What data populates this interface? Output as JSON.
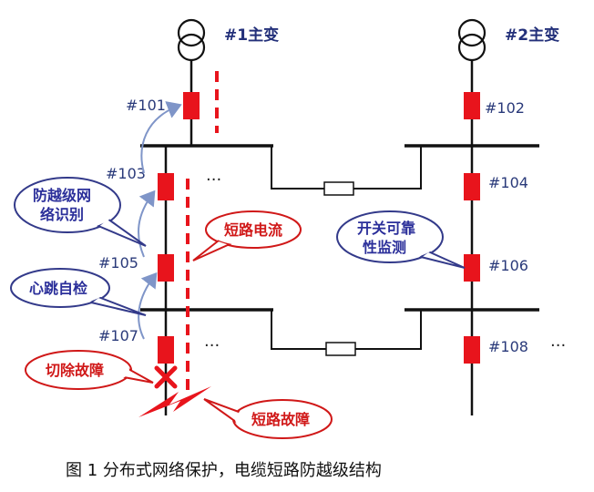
{
  "transformers": {
    "t1": "#1主变",
    "t2": "#2主变"
  },
  "switches": {
    "s101": "#101",
    "s102": "#102",
    "s103": "#103",
    "s104": "#104",
    "s105": "#105",
    "s106": "#106",
    "s107": "#107",
    "s108": "#108"
  },
  "bubbles": {
    "anti_line1": "防越级网",
    "anti_line2": "络识别",
    "short_current": "短路电流",
    "reliability_line1": "开关可靠",
    "reliability_line2": "性监测",
    "heartbeat": "心跳自检",
    "cut_fault": "切除故障",
    "short_fault": "短路故障"
  },
  "ellipsis": "···",
  "caption": "图 1    分布式网络保护，电缆短路防越级结构",
  "colors": {
    "switch_red": "#e8141c",
    "line_black": "#111111",
    "bubble_border_blue": "#333a8a",
    "bubble_border_red": "#d01818",
    "arrow_blue": "#7f95c8"
  }
}
